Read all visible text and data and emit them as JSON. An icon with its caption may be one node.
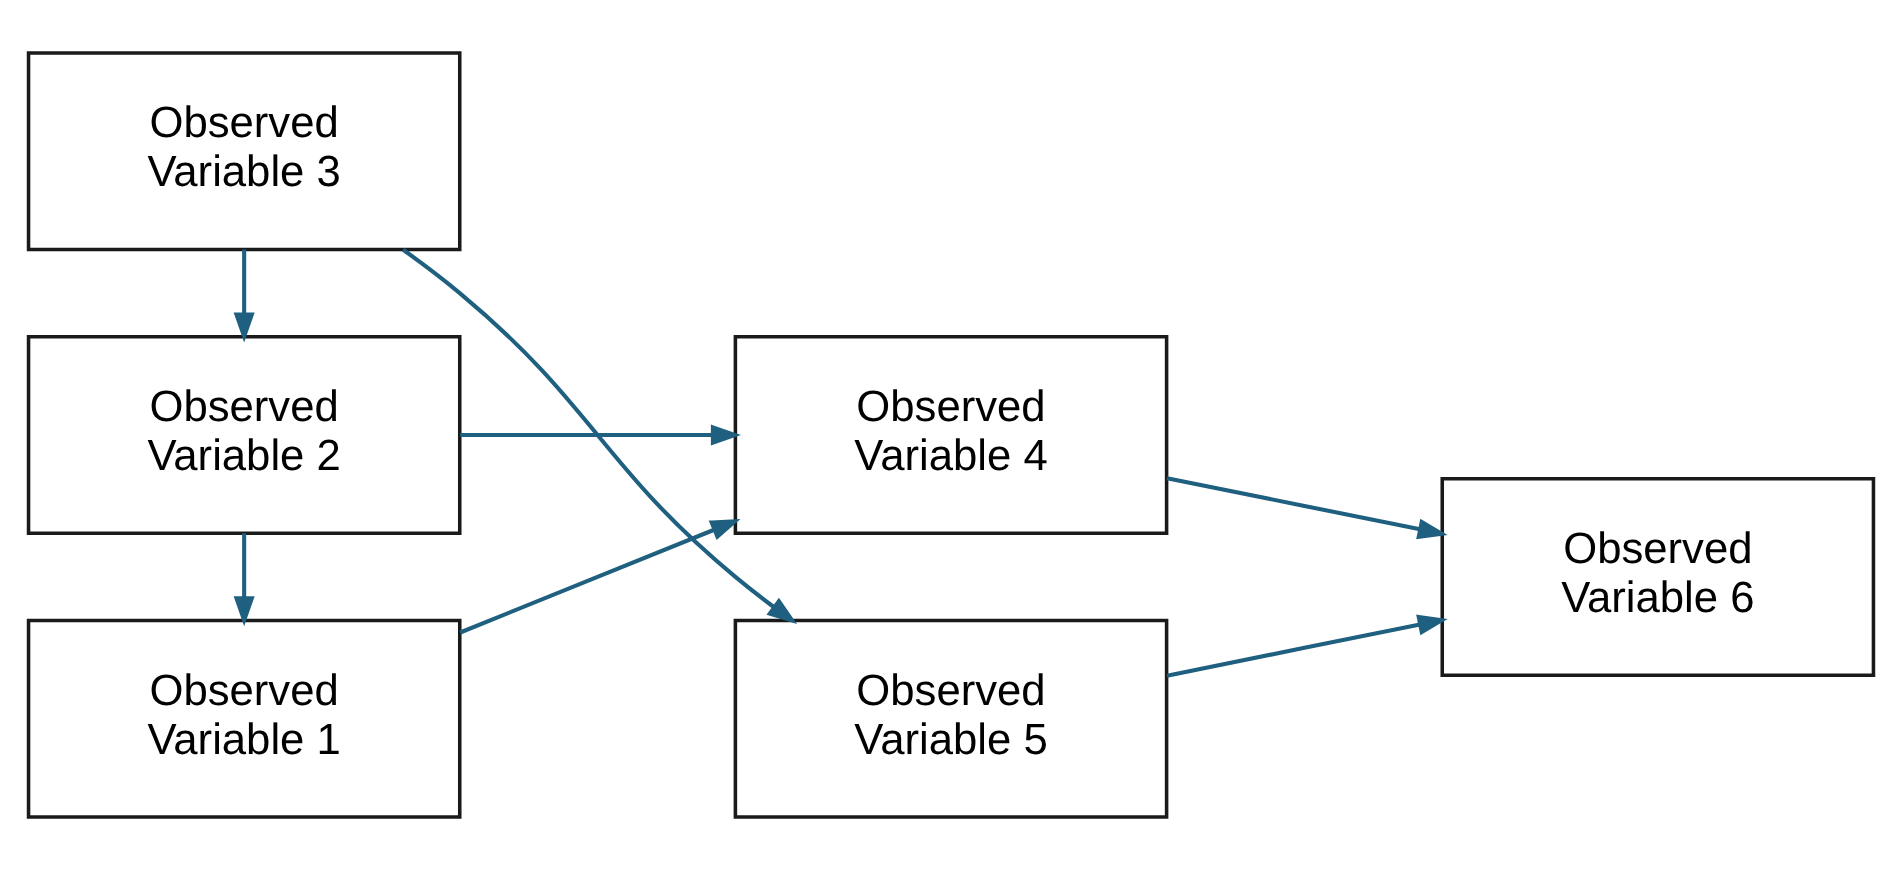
{
  "diagram": {
    "nodes": [
      {
        "text": [
          "Observed Variable 1"
        ]
      },
      {
        "text": [
          "Observed Variable 2"
        ]
      },
      {
        "text": [
          "Observed Variable 3"
        ]
      },
      {
        "text": [
          "Observed Variable 4"
        ]
      },
      {
        "text": [
          "Observed Variable 5"
        ]
      },
      {
        "text": [
          "Observed Variable 6"
        ]
      }
    ],
    "edges": [
      {
        "from": 1,
        "to": 0,
        "arrow": "to"
      },
      {
        "from": 2,
        "to": 1,
        "arrow": "to"
      },
      {
        "from": 0,
        "to": 3,
        "arrow": "to"
      },
      {
        "from": 1,
        "to": 3,
        "arrow": "to"
      },
      {
        "from": 2,
        "to": 4,
        "arrow": "to"
      },
      {
        "from": 3,
        "to": 5,
        "arrow": "to"
      },
      {
        "from": 4,
        "to": 5,
        "arrow": "to"
      }
    ]
  }
}
